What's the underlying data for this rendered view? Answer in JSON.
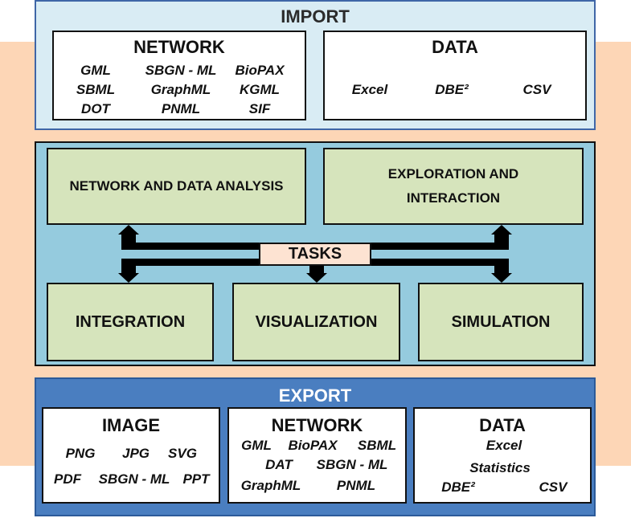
{
  "import": {
    "title": "IMPORT",
    "network": {
      "title": "NETWORK",
      "formats": [
        "GML",
        "SBGN - ML",
        "BioPAX",
        "SBML",
        "GraphML",
        "KGML",
        "DOT",
        "PNML",
        "SIF"
      ]
    },
    "data": {
      "title": "DATA",
      "formats": [
        "Excel",
        "DBE²",
        "CSV"
      ]
    }
  },
  "tasks": {
    "label": "TASKS",
    "items": [
      "NETWORK AND DATA ANALYSIS",
      "EXPLORATION AND\nINTERACTION",
      "INTEGRATION",
      "VISUALIZATION",
      "SIMULATION"
    ]
  },
  "export": {
    "title": "EXPORT",
    "image": {
      "title": "IMAGE",
      "formats": [
        "PNG",
        "JPG",
        "SVG",
        "PDF",
        "SBGN - ML",
        "PPT"
      ]
    },
    "network": {
      "title": "NETWORK",
      "formats": [
        "GML",
        "BioPAX",
        "SBML",
        "DAT",
        "SBGN - ML",
        "GraphML",
        "PNML"
      ]
    },
    "data": {
      "title": "DATA",
      "formats": [
        "Excel",
        "Statistics",
        "DBE²",
        "CSV"
      ]
    }
  },
  "colors": {
    "background_band": "#fdd6b6",
    "import_panel": "#d9ecf4",
    "tasks_panel": "#95cbde",
    "task_box": "#d6e4bc",
    "export_panel": "#4a7ec0",
    "tasks_label": "#fde3d2"
  }
}
